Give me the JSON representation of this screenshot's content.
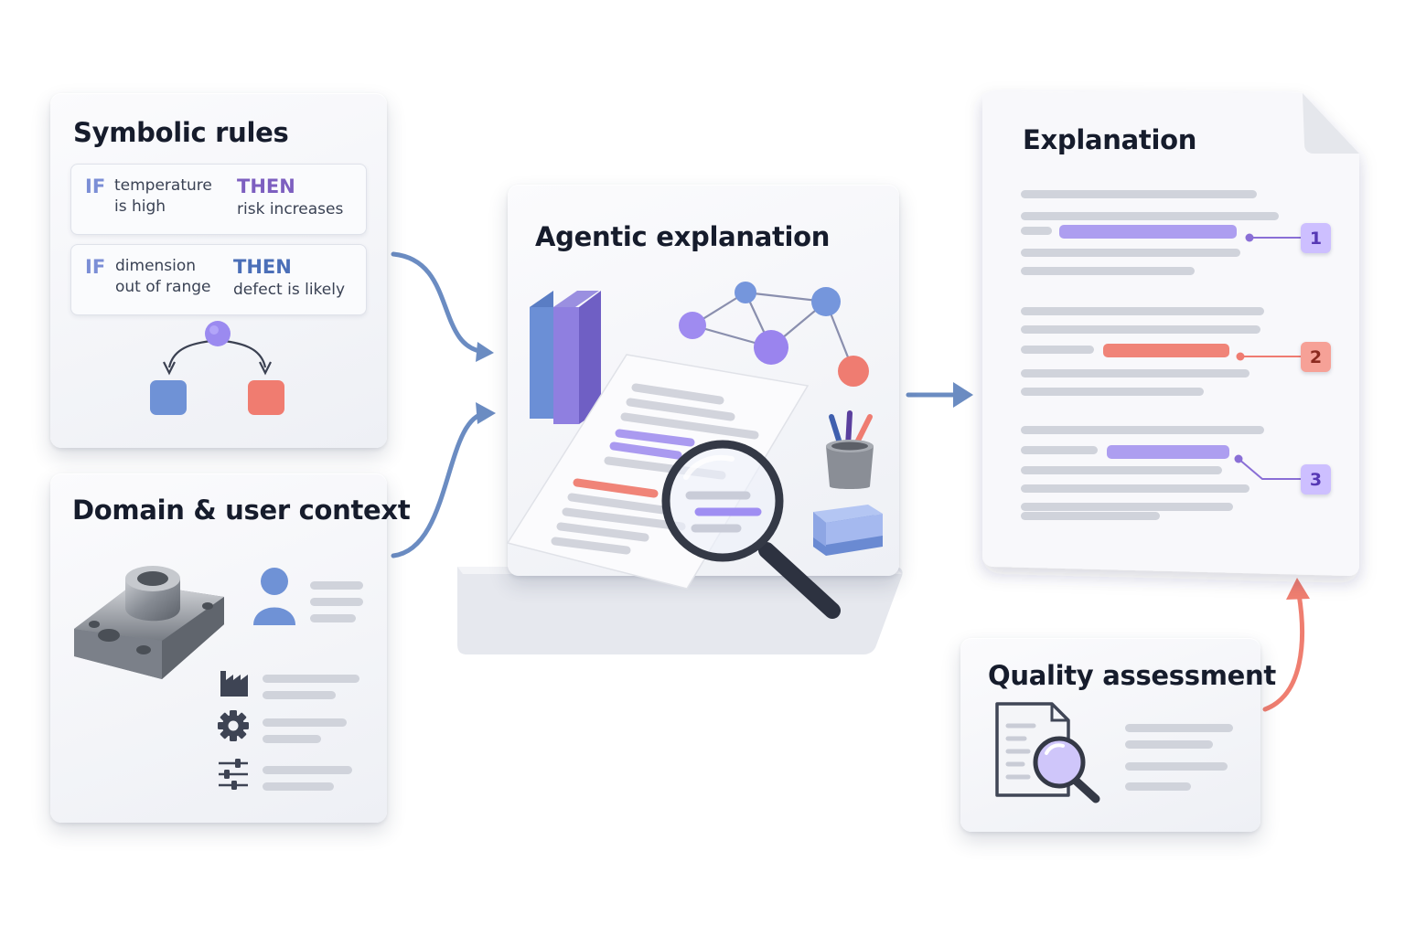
{
  "panels": {
    "symbolic_rules": {
      "title": "Symbolic rules",
      "rules": [
        {
          "if": "IF",
          "condition_1": "temperature",
          "condition_2": "is high",
          "then": "THEN",
          "result": "risk increases"
        },
        {
          "if": "IF",
          "condition_1": "dimension",
          "condition_2": "out of range",
          "then": "THEN",
          "result": "defect is likely"
        }
      ],
      "tree_icon": "decision-tree-icon"
    },
    "domain_context": {
      "title": "Domain & user context",
      "icons": [
        "machined-part-icon",
        "user-icon",
        "factory-icon",
        "gear-icon",
        "sliders-icon"
      ]
    },
    "agentic_explanation": {
      "title": "Agentic explanation",
      "icons": [
        "books-icon",
        "knowledge-graph-icon",
        "document-icon",
        "magnifier-icon",
        "pencil-cup-icon",
        "sticky-notes-icon"
      ]
    },
    "explanation": {
      "title": "Explanation",
      "markers": [
        "1",
        "2",
        "3"
      ]
    },
    "quality_assessment": {
      "title": "Quality assessment",
      "icons": [
        "document-search-icon"
      ]
    }
  },
  "colors": {
    "purple": "#8f7fe6",
    "red": "#ee7b6f",
    "blue": "#6c8fd0",
    "arrow_blue": "#6b8cc2",
    "arrow_red": "#ef7e70"
  }
}
